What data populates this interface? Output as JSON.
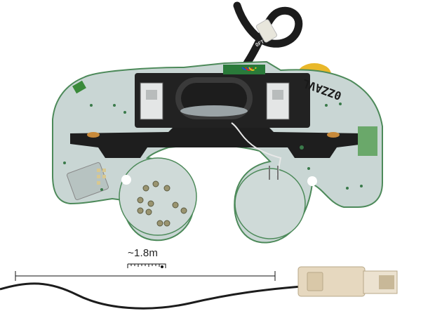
{
  "scene": {
    "subject": "game controller circuit board with attached cable",
    "background_color": "#ffffff",
    "pcb_color": "#c9d6d4",
    "pcb_edge_color": "#4d8a5a",
    "cable_color": "#1c1c1c",
    "plug_color": "#e6d8bf",
    "accent_yellow": "#e9b82a"
  },
  "annotations": {
    "scale_label": "~1.8m",
    "scale_icon": "ruler-icon"
  },
  "board_markings": {
    "part_code": "0ZZAVL",
    "cable_print": "OFT"
  }
}
